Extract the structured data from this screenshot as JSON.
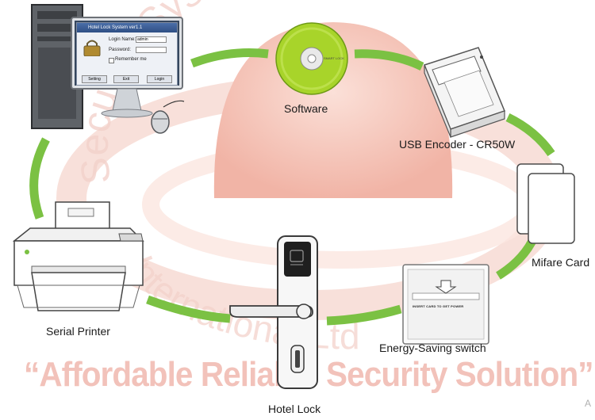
{
  "watermark": {
    "arc_text_top": "Security Systems",
    "arc_text_bottom": "International Ltd",
    "slogan": "“Affordable Reliable Security Solution”",
    "corner_mark": "A"
  },
  "colors": {
    "connector": "#7bc143",
    "dome": "#f4bfb4",
    "watermark": "#f0b8ae",
    "disc_label_green": "#9acd32"
  },
  "nodes": {
    "software": {
      "label": "Software",
      "icon": "cd-disc-icon",
      "disc_text": "SMART LOCK"
    },
    "encoder": {
      "label": "USB Encoder - CR50W",
      "icon": "card-encoder-icon"
    },
    "card": {
      "label": "Mifare Card",
      "icon": "rfid-card-icon"
    },
    "switch": {
      "label": "Energy-Saving switch",
      "icon": "power-switch-icon",
      "switch_text": "INSERT CARD TO GET POWER"
    },
    "lock": {
      "label": "Hotel Lock",
      "icon": "door-lock-icon"
    },
    "printer": {
      "label": "Serial Printer",
      "icon": "printer-icon"
    },
    "computer": {
      "icon": "desktop-computer-icon"
    }
  },
  "login_dialog": {
    "title": "Hotel Lock System ver1.1",
    "login_name_label": "Login Name:",
    "login_name_value": "admin",
    "password_label": "Password:",
    "remember_label": "Remember me",
    "buttons": [
      "Setting",
      "Exit",
      "Login"
    ]
  }
}
